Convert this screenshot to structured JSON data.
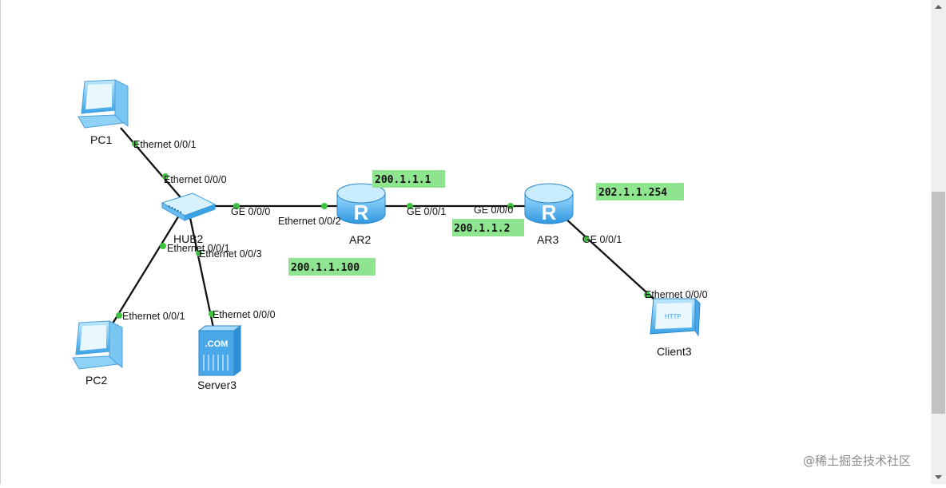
{
  "nodes": {
    "pc1": "PC1",
    "pc2": "PC2",
    "server3": "Server3",
    "hub2": "HUB2",
    "ar2": "AR2",
    "ar3": "AR3",
    "client3": "Client3"
  },
  "icon_text": {
    "router": "R",
    "server": ".COM",
    "client": "HTTP"
  },
  "ports": {
    "pc1_eth001": "Ethernet 0/0/1",
    "hub_eth000": "Ethernet 0/0/0",
    "hub_ge000": "GE 0/0/0",
    "ar2_eth002": "Ethernet 0/0/2",
    "hub_eth001": "Ethernet 0/0/1",
    "hub_eth003": "Ethernet 0/0/3",
    "pc2_eth001": "Ethernet 0/0/1",
    "server_eth000": "Ethernet 0/0/0",
    "ar2_ge001": "GE 0/0/1",
    "ar3_ge000": "GE 0/0/0",
    "ar3_ge001": "GE 0/0/1",
    "client_eth000": "Ethernet 0/0/0"
  },
  "ip_labels": {
    "ar2_ge001_ip": "200.1.1.1",
    "ar3_ge000_ip": "200.1.1.2",
    "client_net_ip": "202.1.1.254",
    "lan_ip": "200.1.1.100"
  },
  "watermark": "@稀土掘金技术社区",
  "colors": {
    "ip_highlight": "#8fe58f",
    "port_dot": "#3ec33e",
    "device_blue": "#5ab8f0"
  }
}
